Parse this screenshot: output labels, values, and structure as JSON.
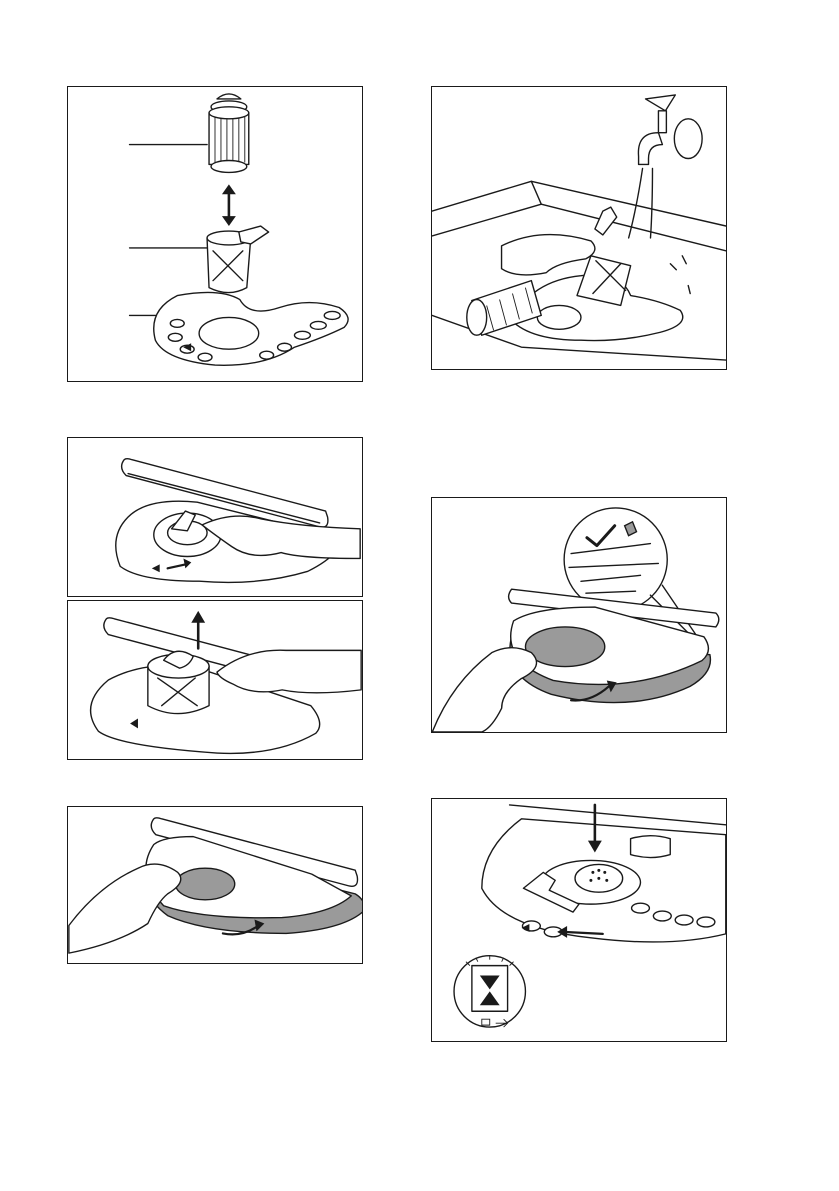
{
  "page": {
    "background": "#ffffff",
    "line_color": "#1a1a1a",
    "accent_grey": "#9a9a9a"
  },
  "figures": [
    {
      "id": "fig1",
      "icon": "filter-assembly-exploded-icon",
      "callouts": 3
    },
    {
      "id": "fig2",
      "icon": "filter-rinse-under-tap-icon"
    },
    {
      "id": "fig3",
      "icon": "filter-unlock-rotate-icon"
    },
    {
      "id": "fig4",
      "icon": "filter-lift-out-icon"
    },
    {
      "id": "fig5",
      "icon": "flat-filter-remove-icon"
    },
    {
      "id": "fig6",
      "icon": "flat-filter-position-check-icon"
    },
    {
      "id": "fig7",
      "icon": "filter-insert-lock-icon"
    }
  ]
}
